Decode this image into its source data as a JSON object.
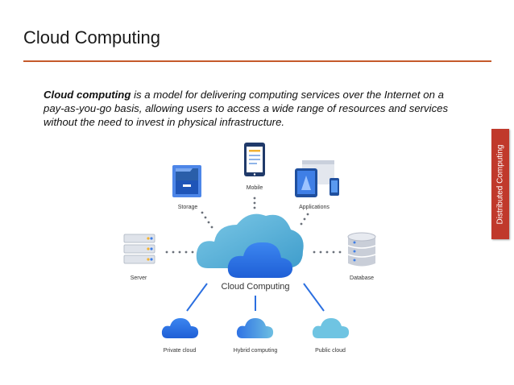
{
  "slide": {
    "title": "Cloud Computing",
    "side_tab": "Distributed Computing",
    "intro_bold": "Cloud computing",
    "intro_rest": " is a model for delivering computing services over the Internet on a pay-as-you-go basis, allowing users to access a wide range of resources and services without the need to invest in physical infrastructure."
  },
  "diagram": {
    "center": "Cloud Computing",
    "nodes": {
      "mobile": "Mobile",
      "storage": "Storage",
      "applications": "Applications",
      "server": "Server",
      "database": "Database",
      "private": "Private cloud",
      "hybrid": "Hybrid computing",
      "public": "Public cloud"
    }
  },
  "colors": {
    "accent_rule": "#c55a2b",
    "side_tab": "#c0392b",
    "cloud_blue": "#2b6fe0",
    "cloud_teal": "#5fb3d6"
  }
}
